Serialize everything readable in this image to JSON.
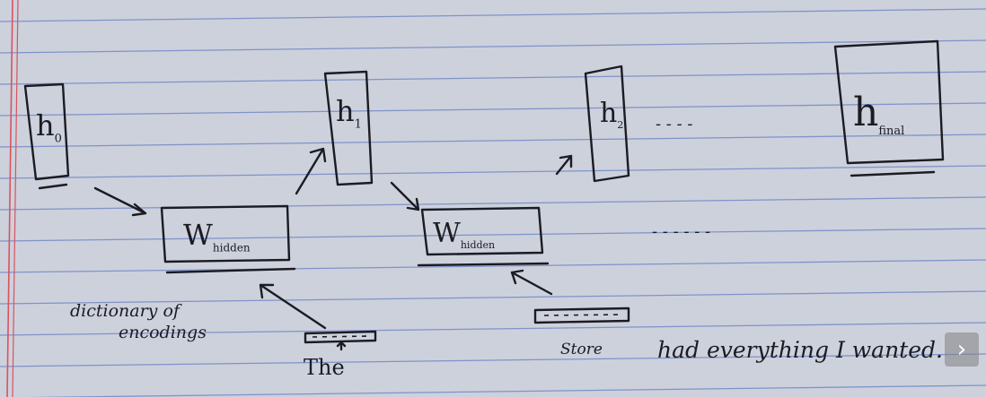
{
  "colors": {
    "paper": "#cdd1dc",
    "rule_line": "#7f93c9",
    "margin_line": "#d9535f",
    "ink": "#1b1b22"
  },
  "diagram": {
    "h0": {
      "main": "h",
      "sub": "0"
    },
    "h1": {
      "main": "h",
      "sub": "1"
    },
    "h2": {
      "main": "h",
      "sub": "2"
    },
    "h_final": {
      "main": "h",
      "sub": "final"
    },
    "w_hidden_1": {
      "main": "W",
      "sub": "hidden"
    },
    "w_hidden_2": {
      "main": "W",
      "sub": "hidden"
    },
    "ellipsis_top": "- - - -",
    "ellipsis_mid": "-   - -   -   -   -",
    "note_line1": "dictionary of",
    "note_line2": "encodings",
    "input_word_1": "The",
    "input_word_2": "Store",
    "sentence_rest": "had everything I wanted."
  },
  "controls": {
    "next_icon": "chevron-right-icon",
    "next_glyph": "›"
  }
}
